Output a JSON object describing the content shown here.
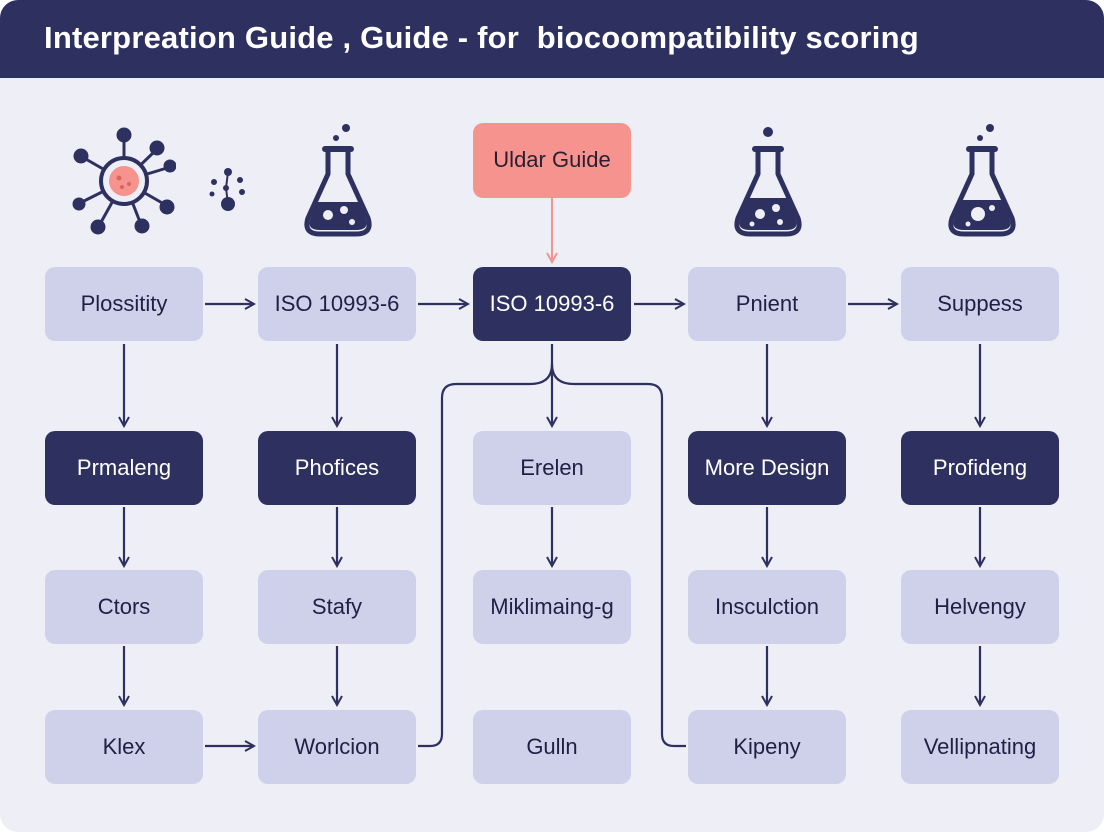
{
  "header": {
    "title": "Interpreation Guide , Guide - for  biocoompatibility scoring"
  },
  "callout": {
    "label": "Uldar Guide"
  },
  "icons": [
    "virus-icon",
    "molecule-icon",
    "flask-icon",
    "flask-icon",
    "flask-icon"
  ],
  "nodes": {
    "r1c1": "Plossitity",
    "r1c2": "ISO 10993-6",
    "r1c3": "ISO 10993-6",
    "r1c4": "Pnient",
    "r1c5": "Suppess",
    "r2c1": "Prmaleng",
    "r2c2": "Phofices",
    "r2c3": "Erelen",
    "r2c4": "More Design",
    "r2c5": "Profideng",
    "r3c1": "Ctors",
    "r3c2": "Stafy",
    "r3c3": "Miklimaing-g",
    "r3c4": "Insculction",
    "r3c5": "Helvengy",
    "r4c1": "Klex",
    "r4c2": "Worlcion",
    "r4c3": "Gulln",
    "r4c4": "Kipeny",
    "r4c5": "Vellipnating"
  },
  "colors": {
    "navy": "#2e3160",
    "lavender": "#cfd1ea",
    "background": "#eeeef6",
    "accent_pink": "#f7938e"
  }
}
